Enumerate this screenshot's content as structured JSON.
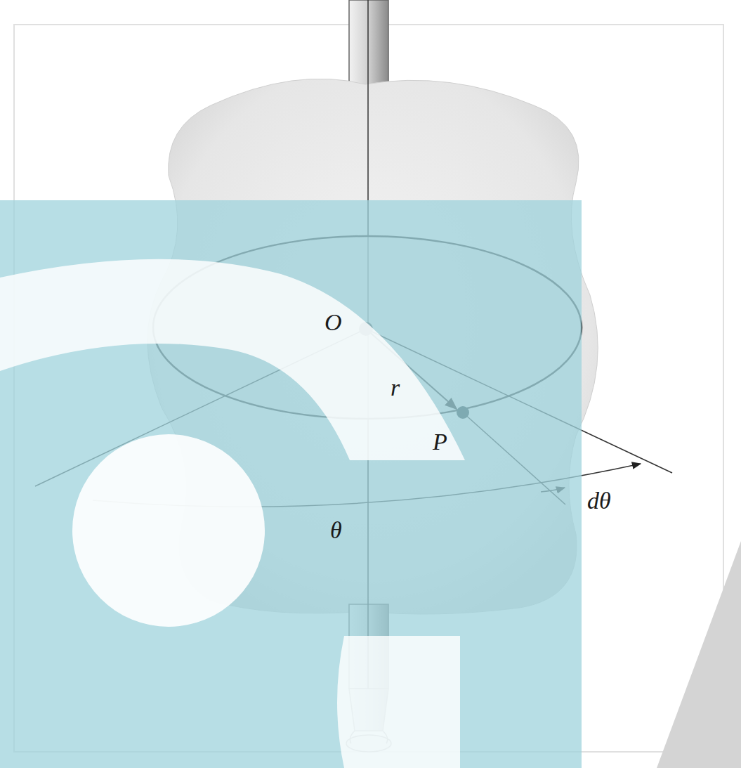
{
  "diagram": {
    "labels": [
      "O",
      "r",
      "P",
      "θ",
      "dθ"
    ]
  }
}
